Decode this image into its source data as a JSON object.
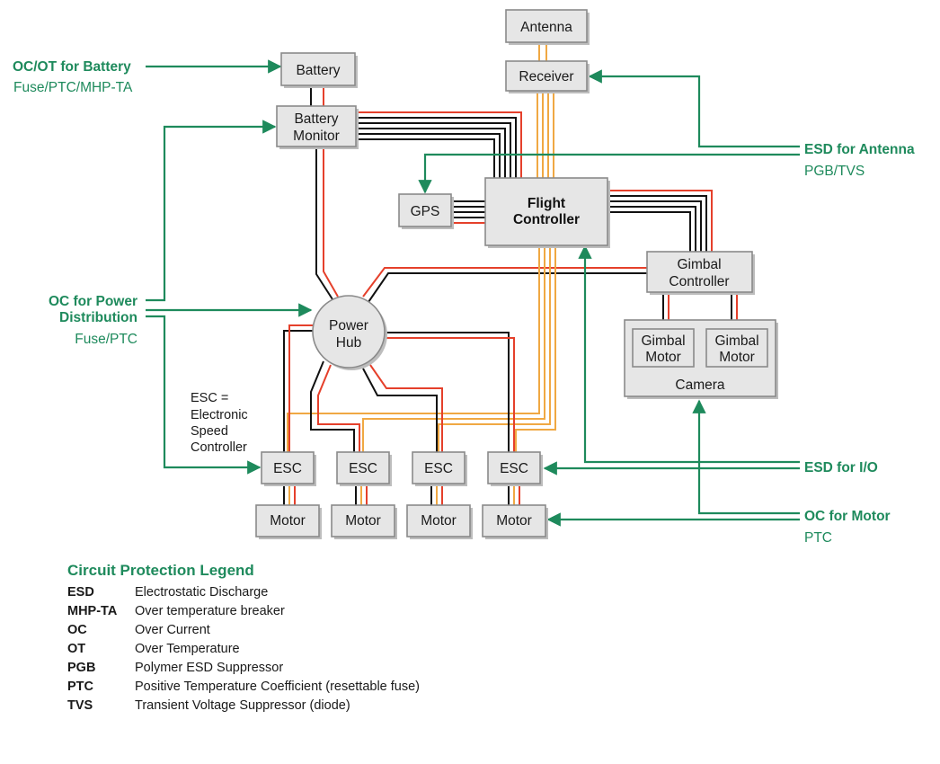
{
  "blocks": {
    "antenna": "Antenna",
    "receiver": "Receiver",
    "battery": "Battery",
    "battery_monitor": [
      "Battery",
      "Monitor"
    ],
    "gps": "GPS",
    "flight_controller": [
      "Flight",
      "Controller"
    ],
    "gimbal_controller": [
      "Gimbal",
      "Controller"
    ],
    "power_hub": [
      "Power",
      "Hub"
    ],
    "gimbal_motor": [
      "Gimbal",
      "Motor"
    ],
    "camera": "Camera",
    "esc": "ESC",
    "motor": "Motor"
  },
  "annotations": {
    "battery": {
      "title": "OC/OT for Battery",
      "sub": "Fuse/PTC/MHP-TA"
    },
    "power": {
      "title": [
        "OC for Power",
        "Distribution"
      ],
      "sub": "Fuse/PTC"
    },
    "antenna": {
      "title": "ESD for Antenna",
      "sub": "PGB/TVS"
    },
    "io": {
      "title": "ESD for I/O"
    },
    "motor": {
      "title": "OC for Motor",
      "sub": "PTC"
    }
  },
  "esc_note": [
    "ESC =",
    "Electronic",
    "Speed",
    "Controller"
  ],
  "legend": {
    "title": "Circuit Protection Legend",
    "items": [
      {
        "code": "ESD",
        "desc": "Electrostatic Discharge"
      },
      {
        "code": "MHP-TA",
        "desc": "Over temperature breaker"
      },
      {
        "code": "OC",
        "desc": "Over Current"
      },
      {
        "code": "OT",
        "desc": "Over Temperature"
      },
      {
        "code": "PGB",
        "desc": "Polymer ESD Suppressor"
      },
      {
        "code": "PTC",
        "desc": "Positive Temperature Coefficient (resettable fuse)"
      },
      {
        "code": "TVS",
        "desc": "Transient Voltage Suppressor (diode)"
      }
    ]
  },
  "colors": {
    "annotation_green": "#1e8a5c",
    "wire_black": "#111111",
    "wire_red": "#e5402b",
    "wire_orange": "#f0a843",
    "block_fill": "#e6e6e6"
  }
}
